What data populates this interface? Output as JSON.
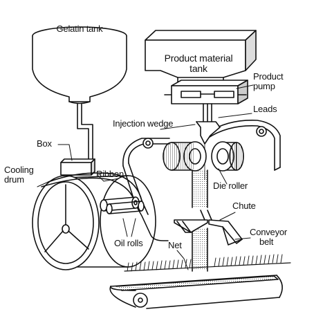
{
  "diagram": {
    "labels": {
      "gelatin_tank": "Gelatin tank",
      "product_tank_line1": "Product material",
      "product_tank_line2": "tank",
      "product_pump_line1": "Product",
      "product_pump_line2": "pump",
      "leads": "Leads",
      "injection_wedge": "Injection wedge",
      "box": "Box",
      "cooling_drum_line1": "Cooling",
      "cooling_drum_line2": "drum",
      "ribbon": "Ribbon",
      "die_roller": "Die roller",
      "chute": "Chute",
      "conveyor_belt_line1": "Conveyor",
      "conveyor_belt_line2": "belt",
      "oil_rolls": "Oil rolls",
      "net": "Net"
    },
    "colors": {
      "ink": "#111111",
      "paper": "#ffffff",
      "shade": "#8a8a8a",
      "light_shade": "#d4d4d4"
    }
  }
}
